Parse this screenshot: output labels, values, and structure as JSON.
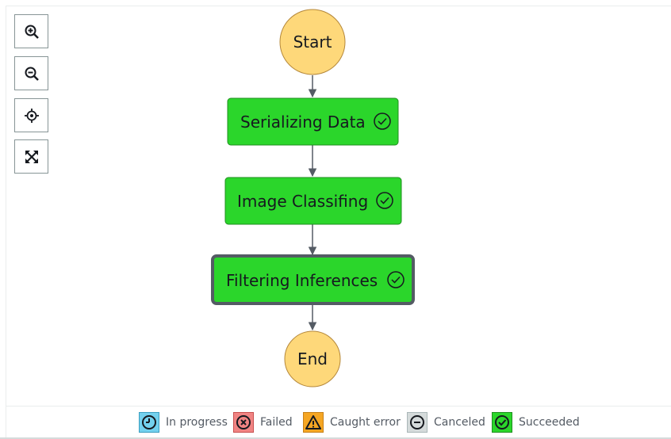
{
  "graph": {
    "nodes": [
      {
        "label": "Start",
        "type": "terminal"
      },
      {
        "label": "Serializing Data",
        "type": "task",
        "status": "succeeded"
      },
      {
        "label": "Image Classifing",
        "type": "task",
        "status": "succeeded"
      },
      {
        "label": "Filtering Inferences",
        "type": "task",
        "status": "succeeded",
        "selected": true
      },
      {
        "label": "End",
        "type": "terminal"
      }
    ]
  },
  "controls": {
    "items": [
      {
        "name": "zoom-in",
        "icon": "zoom-in-icon"
      },
      {
        "name": "zoom-out",
        "icon": "zoom-out-icon"
      },
      {
        "name": "center",
        "icon": "crosshair-icon"
      },
      {
        "name": "fit",
        "icon": "expand-arrows-icon"
      }
    ]
  },
  "legend": {
    "items": [
      {
        "label": "In progress",
        "icon": "clock-icon",
        "color": "#73d1ee"
      },
      {
        "label": "Failed",
        "icon": "x-circle-icon",
        "color": "#f08483"
      },
      {
        "label": "Caught error",
        "icon": "warning-triangle-icon",
        "color": "#f5a623"
      },
      {
        "label": "Canceled",
        "icon": "minus-circle-icon",
        "color": "#d5dbdb"
      },
      {
        "label": "Succeeded",
        "icon": "check-circle-icon",
        "color": "#2bd62b"
      }
    ]
  },
  "colors": {
    "terminal_fill": "#fed87a",
    "terminal_stroke": "#b5883b",
    "task_fill": "#2bd62b",
    "task_stroke": "#1f8f1f",
    "selected_stroke": "#545b64",
    "edge": "#545b64"
  }
}
